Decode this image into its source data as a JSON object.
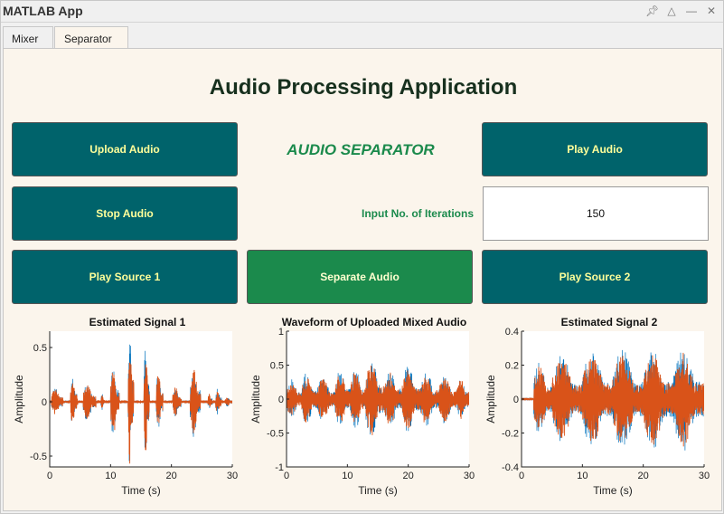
{
  "window": {
    "title": "MATLAB App"
  },
  "tabs": [
    {
      "label": "Mixer"
    },
    {
      "label": "Separator"
    }
  ],
  "main": {
    "title": "Audio Processing Application",
    "subtitle": "AUDIO SEPARATOR",
    "buttons": {
      "upload": "Upload Audio",
      "play": "Play Audio",
      "stop": "Stop Audio",
      "play_source1": "Play Source 1",
      "separate": "Separate Audio",
      "play_source2": "Play Source 2"
    },
    "iterations": {
      "label": "Input No. of Iterations",
      "value": "150"
    }
  },
  "colors": {
    "teal": "#00636b",
    "green": "#1b8a4c",
    "signal": "#d95319",
    "signal_under": "#0072bd",
    "button_text": "#ffff9a"
  },
  "icons": [
    "pin-icon",
    "maximize-icon",
    "minimize-icon",
    "close-icon"
  ],
  "chart_data": [
    {
      "type": "line",
      "title": "Estimated Signal 1",
      "xlabel": "Time (s)",
      "ylabel": "Amplitude",
      "xlim": [
        0,
        30
      ],
      "ylim": [
        -0.6,
        0.65
      ],
      "xticks": [
        0,
        10,
        20,
        30
      ],
      "yticks": [
        -0.5,
        0,
        0.5
      ],
      "ytick_labels": [
        "-0.5",
        "0",
        "0.5"
      ],
      "grid": false,
      "bursts": [
        [
          0.3,
          2.2,
          0.12
        ],
        [
          3.4,
          4.6,
          0.2
        ],
        [
          5.5,
          7.6,
          0.16
        ],
        [
          8.4,
          9.0,
          0.07
        ],
        [
          10.0,
          11.4,
          0.32
        ],
        [
          12.9,
          13.8,
          0.58
        ],
        [
          15.5,
          16.4,
          0.48
        ],
        [
          17.5,
          18.6,
          0.26
        ],
        [
          20.2,
          21.6,
          0.14
        ],
        [
          23.1,
          24.8,
          0.3
        ],
        [
          26.0,
          26.7,
          0.08
        ],
        [
          27.3,
          28.2,
          0.12
        ],
        [
          28.8,
          30,
          0.04
        ]
      ]
    },
    {
      "type": "line",
      "title": "Waveform of Uploaded Mixed Audio",
      "xlabel": "Time (s)",
      "ylabel": "Amplitude",
      "xlim": [
        0,
        30
      ],
      "ylim": [
        -1,
        1
      ],
      "xticks": [
        0,
        10,
        20,
        30
      ],
      "yticks": [
        -1,
        -0.5,
        0,
        0.5,
        1
      ],
      "ytick_labels": [
        "-1",
        "-0.5",
        "0",
        "0.5",
        "1"
      ],
      "grid": false,
      "bursts": [
        [
          0,
          2.5,
          0.28
        ],
        [
          2.5,
          5,
          0.36
        ],
        [
          5,
          8,
          0.3
        ],
        [
          8,
          10.5,
          0.4
        ],
        [
          10.5,
          13,
          0.42
        ],
        [
          13,
          16,
          0.55
        ],
        [
          16,
          19,
          0.4
        ],
        [
          19,
          22,
          0.45
        ],
        [
          22,
          25,
          0.38
        ],
        [
          25,
          28,
          0.34
        ],
        [
          28,
          30,
          0.3
        ]
      ]
    },
    {
      "type": "line",
      "title": "Estimated Signal 2",
      "xlabel": "Time (s)",
      "ylabel": "Amplitude",
      "xlim": [
        0,
        30
      ],
      "ylim": [
        -0.4,
        0.4
      ],
      "xticks": [
        0,
        10,
        20,
        30
      ],
      "yticks": [
        -0.4,
        -0.2,
        0,
        0.2,
        0.4
      ],
      "ytick_labels": [
        "-0.4",
        "-0.2",
        "0",
        "0.2",
        "0.4"
      ],
      "grid": false,
      "bursts": [
        [
          2.0,
          5,
          0.2
        ],
        [
          5,
          10,
          0.24
        ],
        [
          10,
          15,
          0.26
        ],
        [
          15,
          20,
          0.27
        ],
        [
          20,
          25,
          0.27
        ],
        [
          25,
          30,
          0.28
        ]
      ]
    }
  ]
}
